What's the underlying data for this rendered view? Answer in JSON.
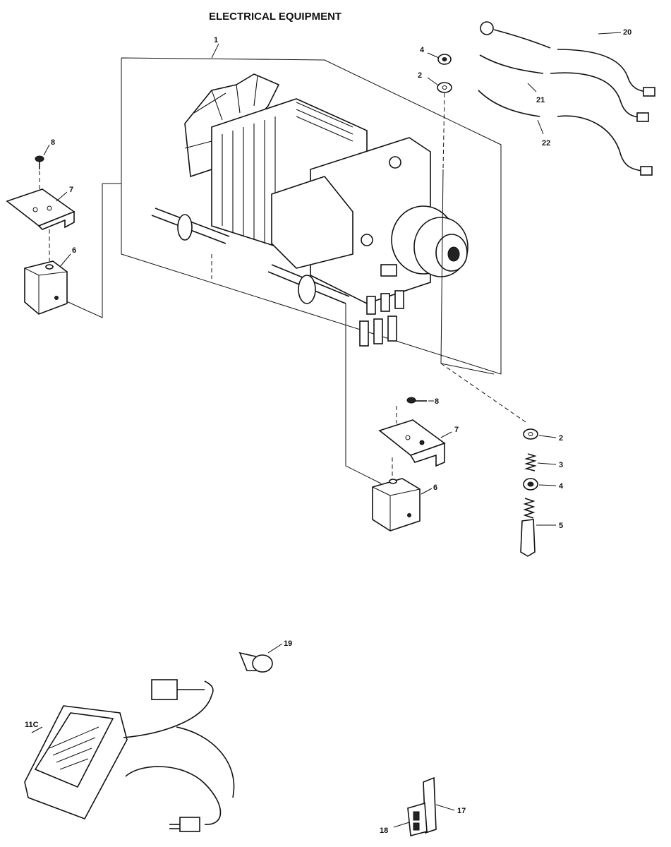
{
  "title": "ELECTRICAL EQUIPMENT",
  "callouts": {
    "motor": "1",
    "washer_top": "2",
    "washer_bottom": "2",
    "spring": "3",
    "nut_top": "4",
    "nut_bottom": "4",
    "brush": "5",
    "block_left": "6",
    "block_right": "6",
    "bracket_left": "7",
    "bracket_right": "7",
    "screw_left": "8",
    "screw_right": "8",
    "foot_control": "11C",
    "terminal_18": "18",
    "terminal_17": "17",
    "connector": "19",
    "lead_20": "20",
    "lead_21": "21",
    "lead_22": "22"
  }
}
